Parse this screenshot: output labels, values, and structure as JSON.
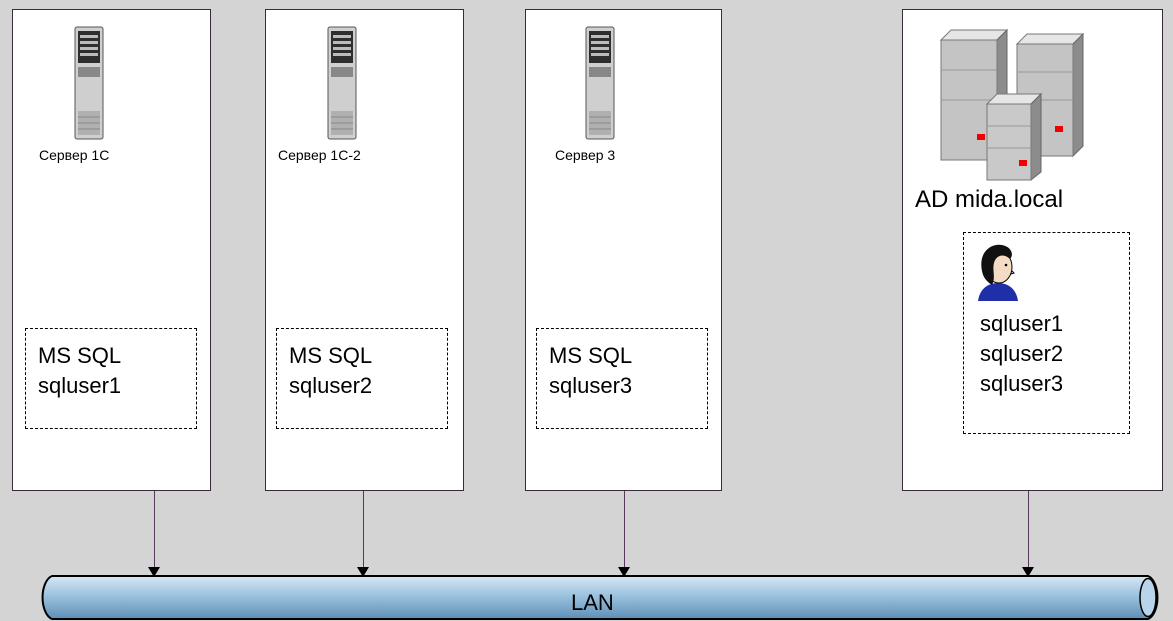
{
  "servers": [
    {
      "label": "Сервер 1С",
      "db_title": "MS SQL",
      "db_user": "sqluser1"
    },
    {
      "label": "Сервер 1С-2",
      "db_title": "MS SQL",
      "db_user": "sqluser2"
    },
    {
      "label": "Сервер 3",
      "db_title": "MS SQL",
      "db_user": "sqluser3"
    }
  ],
  "ad": {
    "label": "AD mida.local",
    "users": [
      "sqluser1",
      "sqluser2",
      "sqluser3"
    ]
  },
  "network": {
    "label": "LAN"
  },
  "colors": {
    "background": "#d4d4d4",
    "pipe_fill": "#9cc2df",
    "pipe_stroke": "#000000"
  }
}
